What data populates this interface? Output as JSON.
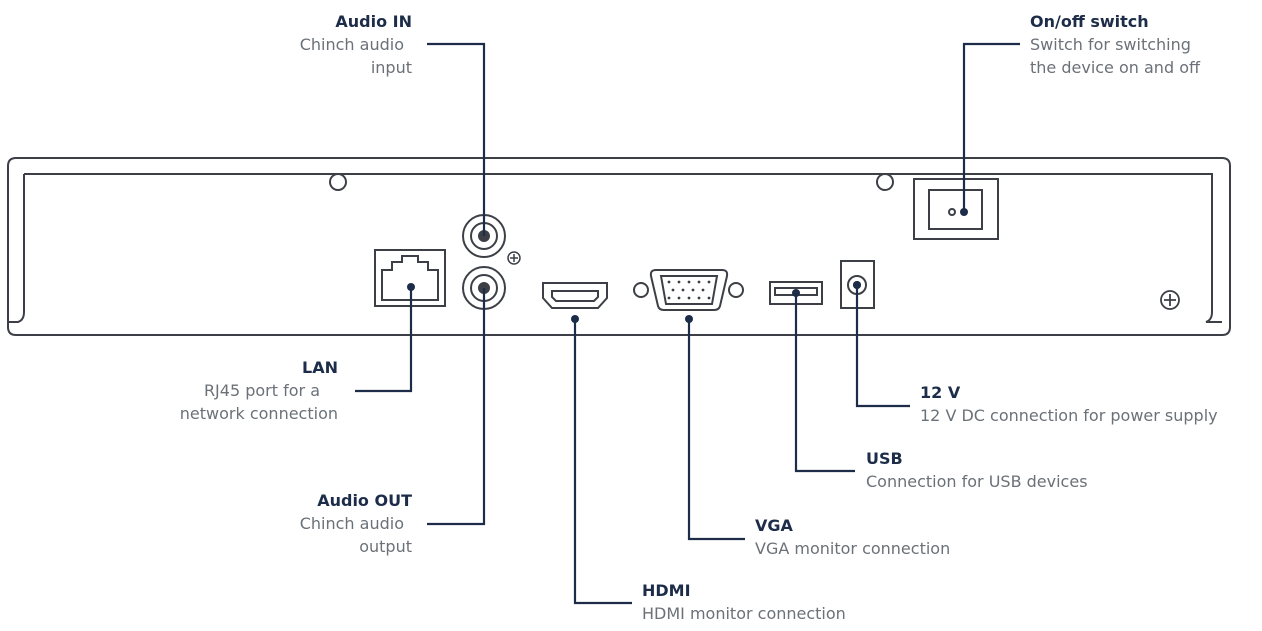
{
  "callouts": {
    "audio_in": {
      "title": "Audio IN",
      "desc_1": "Chinch audio",
      "desc_2": "input"
    },
    "on_off": {
      "title": "On/off switch",
      "desc_1": "Switch for switching",
      "desc_2": "the device on and off"
    },
    "lan": {
      "title": "LAN",
      "desc_1": "RJ45 port for a",
      "desc_2": "network connection"
    },
    "audio_out": {
      "title": "Audio OUT",
      "desc_1": "Chinch audio",
      "desc_2": "output"
    },
    "power_12v": {
      "title": "12 V",
      "desc_1": "12 V DC connection for power supply"
    },
    "usb": {
      "title": "USB",
      "desc_1": "Connection for USB devices"
    },
    "vga": {
      "title": "VGA",
      "desc_1": "VGA monitor connection"
    },
    "hdmi": {
      "title": "HDMI",
      "desc_1": "HDMI monitor connection"
    }
  },
  "colors": {
    "device_outline": "#3c4046",
    "callout_line": "#1d2d49",
    "title_text": "#1d2d49",
    "desc_text": "#6b7178"
  }
}
